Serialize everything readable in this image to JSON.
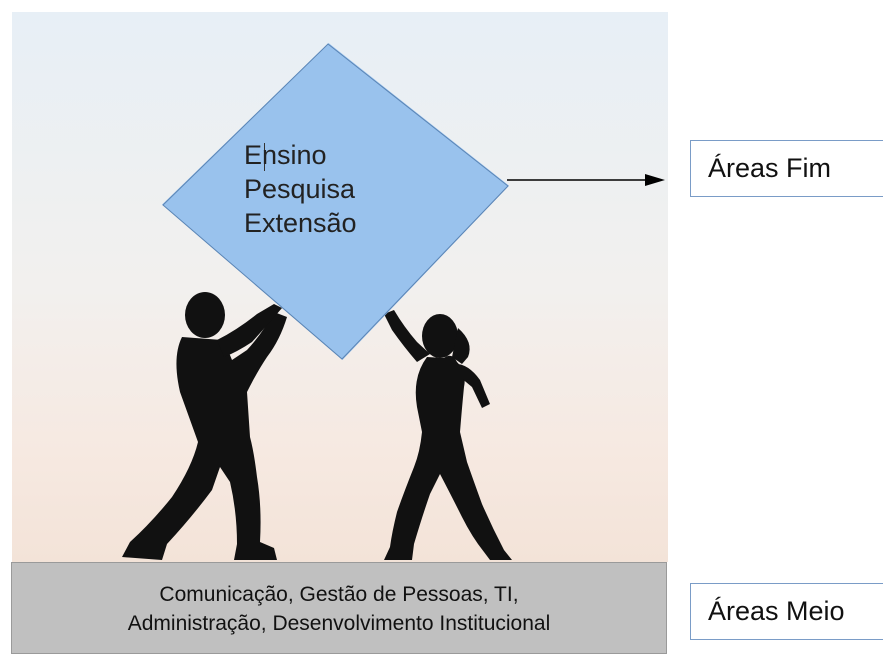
{
  "diamond": {
    "lines": [
      "Ensino",
      "Pesquisa",
      "Extensão"
    ],
    "fill_color": "#99c2ed"
  },
  "labels": {
    "fim": "Áreas Fim",
    "meio": "Áreas Meio"
  },
  "base_bar": {
    "line1": "Comunicação, Gestão de Pessoas, TI,",
    "line2": "Administração, Desenvolvimento Institucional",
    "fill_color": "#c0c0c0"
  },
  "illustration": {
    "figures": [
      "man-silhouette",
      "woman-silhouette"
    ],
    "silhouette_color": "#111111"
  }
}
